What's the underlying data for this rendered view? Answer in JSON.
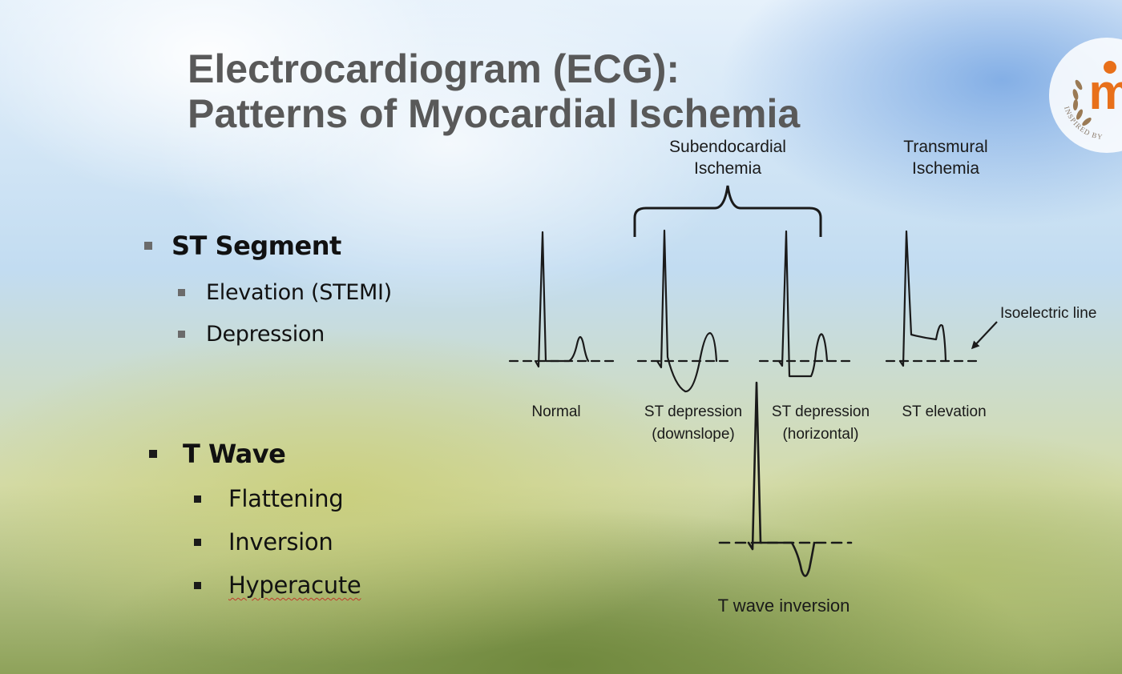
{
  "slide": {
    "title_line1": "Electrocardiogram (ECG):",
    "title_line2": "Patterns of Myocardial Ischemia"
  },
  "bullets": {
    "st_segment": {
      "label": "ST Segment",
      "items": [
        "Elevation (STEMI)",
        "Depression"
      ]
    },
    "t_wave": {
      "label": "T Wave",
      "items": [
        "Flattening",
        "Inversion",
        "Hyperacute"
      ]
    }
  },
  "logo": {
    "glyph": "m",
    "ring_text": "INSPIRED BY",
    "colors": {
      "brand": "#e8701a",
      "laurel": "#9a7a55"
    }
  },
  "diagram": {
    "groups": {
      "subendocardial": [
        "Subendocardial",
        "Ischemia"
      ],
      "transmural": [
        "Transmural",
        "Ischemia"
      ]
    },
    "waveforms": [
      {
        "id": "normal",
        "label": [
          "Normal"
        ]
      },
      {
        "id": "st-depression-downslope",
        "label": [
          "ST depression",
          "(downslope)"
        ]
      },
      {
        "id": "st-depression-horizontal",
        "label": [
          "ST depression",
          "(horizontal)"
        ]
      },
      {
        "id": "st-elevation",
        "label": [
          "ST elevation"
        ]
      },
      {
        "id": "t-wave-inversion",
        "label": [
          "T wave inversion"
        ]
      }
    ],
    "isoelectric_label": "Isoelectric line",
    "colors": {
      "trace": "#1a1a1a"
    }
  }
}
